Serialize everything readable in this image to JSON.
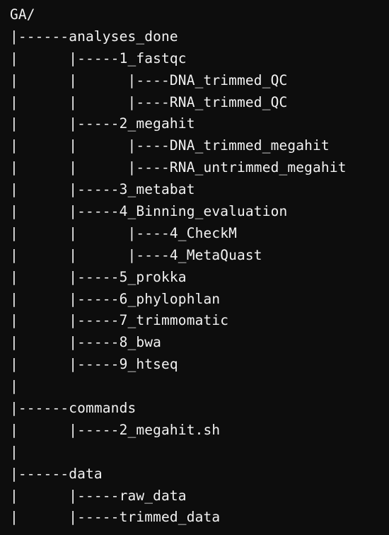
{
  "terminal": {
    "lines": [
      "GA/",
      "|------analyses_done",
      "|      |-----1_fastqc",
      "|      |      |----DNA_trimmed_QC",
      "|      |      |----RNA_trimmed_QC",
      "|      |-----2_megahit",
      "|      |      |----DNA_trimmed_megahit",
      "|      |      |----RNA_untrimmed_megahit",
      "|      |-----3_metabat",
      "|      |-----4_Binning_evaluation",
      "|      |      |----4_CheckM",
      "|      |      |----4_MetaQuast",
      "|      |-----5_prokka",
      "|      |-----6_phylophlan",
      "|      |-----7_trimmomatic",
      "|      |-----8_bwa",
      "|      |-----9_htseq",
      "|",
      "|------commands",
      "|      |-----2_megahit.sh",
      "|",
      "|------data",
      "|      |-----raw_data",
      "|      |-----trimmed_data"
    ]
  }
}
